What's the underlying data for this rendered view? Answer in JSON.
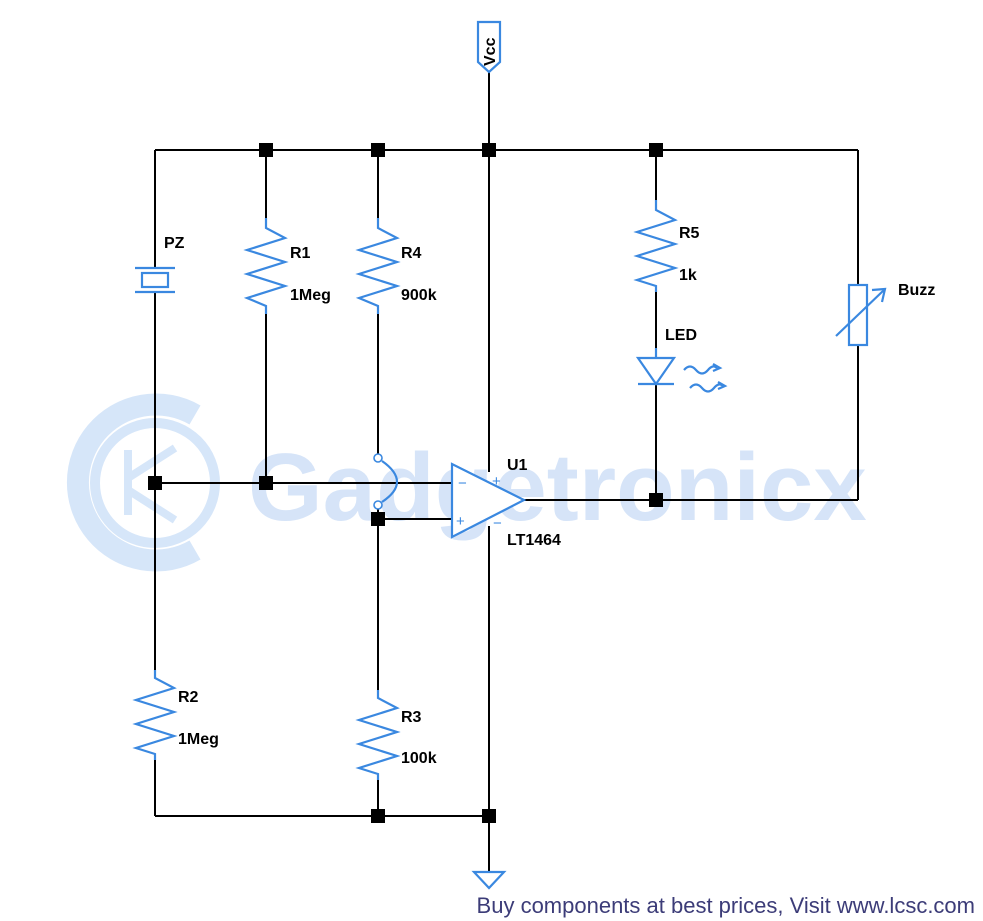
{
  "power": {
    "vcc_label": "Vcc"
  },
  "components": {
    "pz": {
      "ref": "PZ"
    },
    "r1": {
      "ref": "R1",
      "value": "1Meg"
    },
    "r2": {
      "ref": "R2",
      "value": "1Meg"
    },
    "r3": {
      "ref": "R3",
      "value": "100k"
    },
    "r4": {
      "ref": "R4",
      "value": "900k"
    },
    "r5": {
      "ref": "R5",
      "value": "1k"
    },
    "led": {
      "ref": "LED"
    },
    "buzzer": {
      "ref": "Buzz"
    },
    "opamp": {
      "ref": "U1",
      "part": "LT1464",
      "pin_minus": "−",
      "pin_plus": "+"
    }
  },
  "watermark": {
    "text": "Gadgetronicx"
  },
  "footer": {
    "text": "Buy components at best prices, Visit www.lcsc.com"
  },
  "colors": {
    "component": "#3a88e0",
    "wire": "#000000",
    "watermark": "#cfe0f7",
    "footer": "#3c3c78"
  }
}
